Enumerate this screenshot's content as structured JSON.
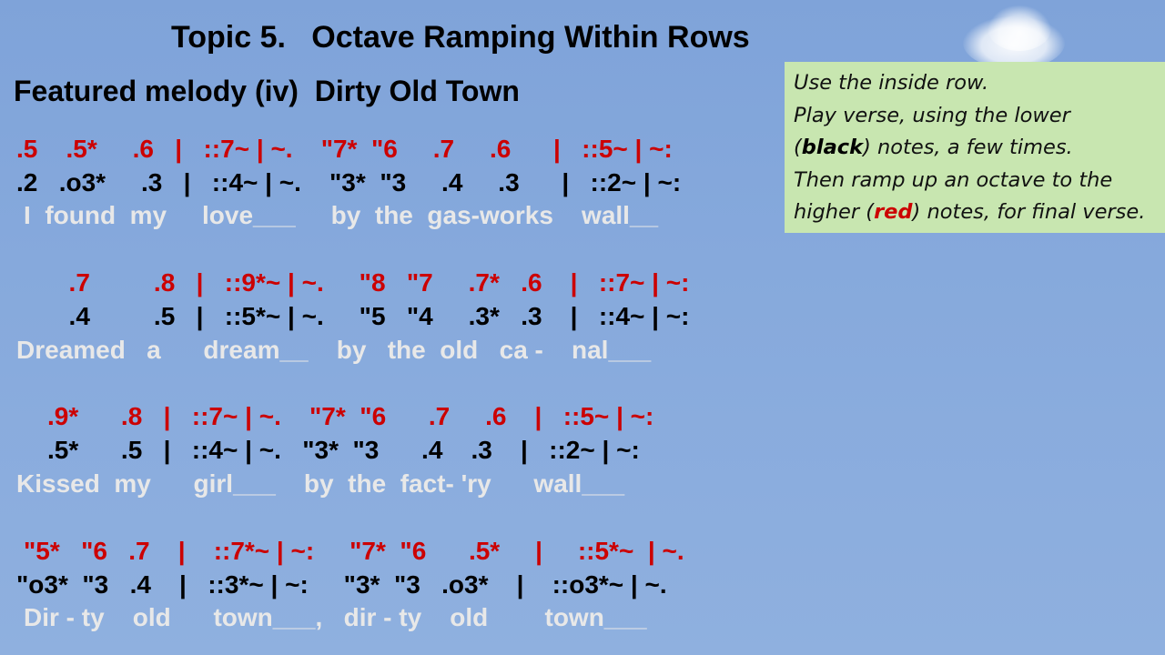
{
  "title": "Topic 5.   Octave Ramping Within Rows",
  "subtitle": "Featured melody (iv)  Dirty Old Town",
  "note": {
    "line1": "Use the inside row.",
    "line2": "Play verse, using the lower",
    "line3_pre": "(",
    "line3_bold": "black",
    "line3_post": ") notes, a few times.",
    "line4": "Then ramp up an octave to the",
    "line5_pre": "higher (",
    "line5_red": "red",
    "line5_post": ") notes, for final verse."
  },
  "colors": {
    "background": "#86a9dc",
    "red_notes": "#cc0000",
    "black_notes": "#000000",
    "lyrics": "#e8e8e8",
    "note_box": "#c8e6b0"
  },
  "verses": [
    {
      "red": ".5    .5*     .6   |   ::7~ | ~.    \"7*  \"6     .7     .6      |   ::5~ | ~:",
      "black": ".2   .o3*     .3   |   ::4~ | ~.    \"3*  \"3     .4     .3      |   ::2~ | ~:",
      "lyrics": "I  found  my     love___     by  the  gas-works    wall__"
    },
    {
      "red": "  .7         .8   |   ::9*~ | ~.     \"8   \"7     .7*   .6    |   ::7~ | ~:",
      "black": "  .4         .5   |   ::5*~ | ~.     \"5   \"4     .3*   .3    |   ::4~ | ~:",
      "lyrics": "Dreamed   a      dream__    by   the  old   ca -    nal___"
    },
    {
      "red": ".9*      .8   |   ::7~ | ~.    \"7*  \"6      .7     .6    |   ::5~ | ~:",
      "black": ".5*      .5   |   ::4~ | ~.   \"3*  \"3      .4    .3    |   ::2~ | ~:",
      "lyrics": "Kissed  my      girl___    by  the  fact- 'ry      wall___"
    },
    {
      "red": "\"5*   \"6   .7    |    ::7*~ | ~:     \"7*  \"6      .5*     |     ::5*~  | ~.",
      "black": "\"o3*  \"3   .4    |   ::3*~ | ~:     \"3*  \"3   .o3*    |    ::o3*~ | ~.",
      "lyrics": "Dir - ty    old      town___,   dir - ty    old        town___"
    }
  ]
}
